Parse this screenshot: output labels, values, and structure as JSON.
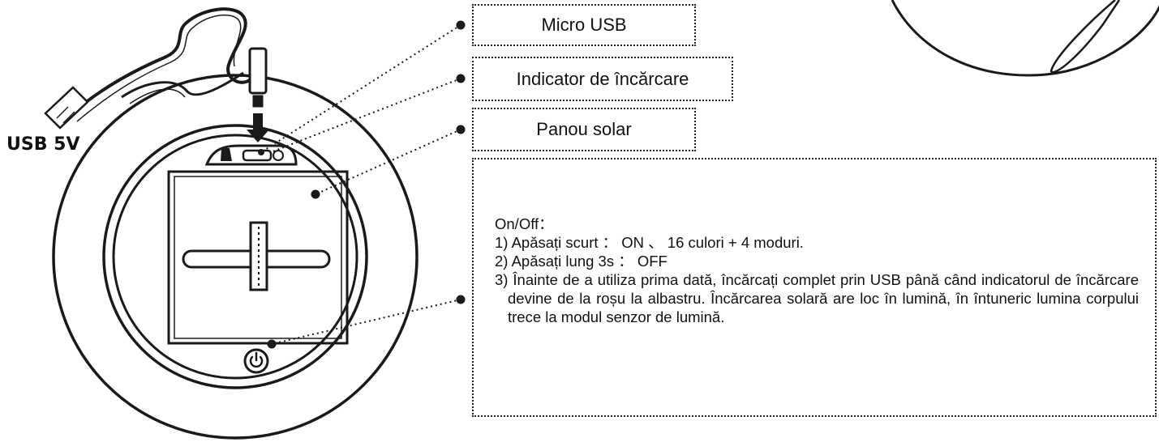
{
  "labels": {
    "micro_usb": "Micro USB",
    "charge_indicator": "Indicator de încărcare",
    "solar_panel": "Panou solar",
    "usb_power": "USB 5V"
  },
  "instructions": {
    "heading": "On/Off：",
    "items": [
      "1) Apăsați scurt ： ON 、 16 culori + 4 moduri.",
      "2) Apăsați lung 3s ： OFF",
      "3) Înainte de a utiliza prima dată, încărcați complet prin USB până când indicatorul de încărcare devine de la roșu la albastru. Încărcarea solară are loc în lumină, în întuneric lumina corpului trece la modul senzor de lumină."
    ]
  },
  "icons": {
    "power_button": "power-icon",
    "usb_plug": "usb-plug-icon"
  },
  "colors": {
    "line": "#1a1a1a",
    "background": "#ffffff"
  }
}
